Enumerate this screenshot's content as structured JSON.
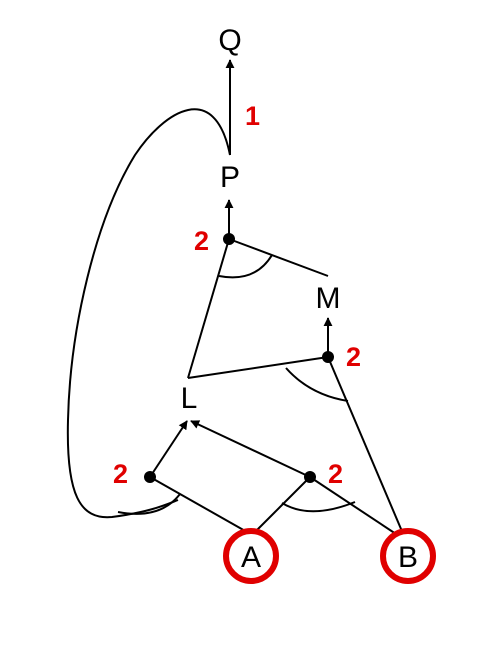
{
  "diagram": {
    "nodes": {
      "Q": "Q",
      "P": "P",
      "M": "M",
      "L": "L",
      "A": "A",
      "B": "B"
    },
    "labels": {
      "qp_edge": "1",
      "p_junction": "2",
      "m_junction": "2",
      "l_left_junction": "2",
      "l_right_junction": "2"
    },
    "highlighted_nodes": [
      "A",
      "B"
    ],
    "colors": {
      "ink": "#000000",
      "label": "#e00000",
      "highlight_ring": "#e00000"
    }
  }
}
